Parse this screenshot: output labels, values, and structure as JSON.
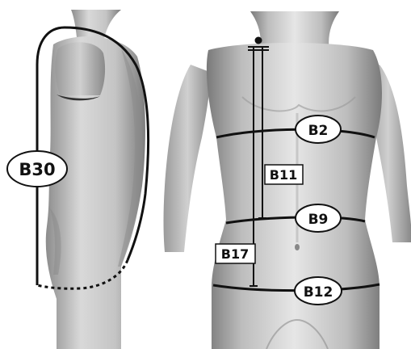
{
  "labels": {
    "b30": "B30",
    "b2": "B2",
    "b9": "B9",
    "b12": "B12",
    "b11": "B11",
    "b17": "B17"
  },
  "colors": {
    "line": "#111111",
    "body_light": "#e4e4e4",
    "body_mid": "#bdbdbd",
    "body_dark": "#7a7a7a",
    "background": "#ffffff"
  }
}
